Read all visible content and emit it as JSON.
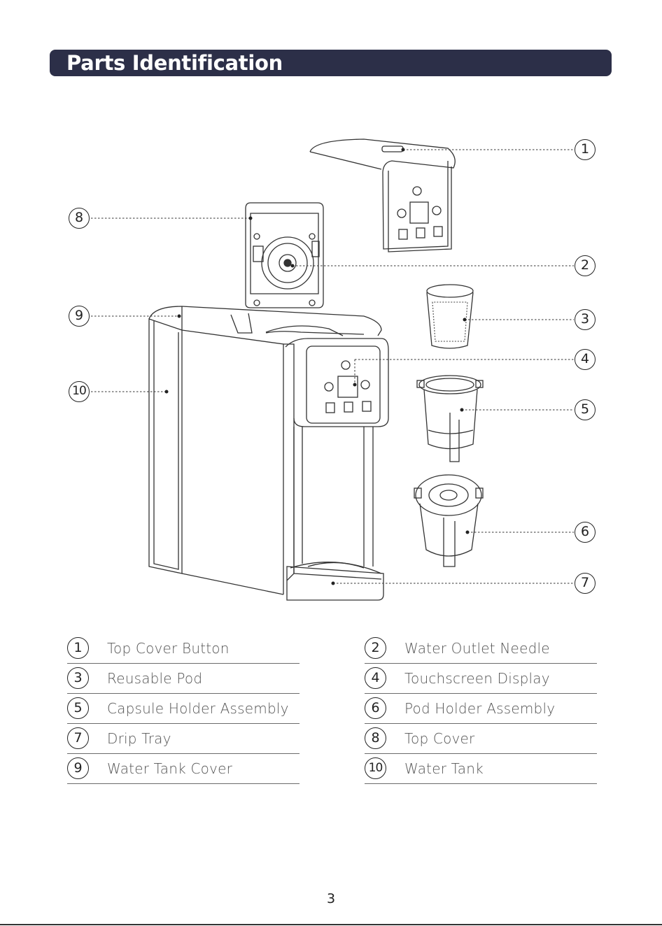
{
  "header": {
    "title": "Parts Identification"
  },
  "callouts": [
    "1",
    "2",
    "3",
    "4",
    "5",
    "6",
    "7",
    "8",
    "9",
    "10"
  ],
  "legend": [
    {
      "number": "1",
      "label": "Top Cover Button"
    },
    {
      "number": "2",
      "label": "Water Outlet Needle"
    },
    {
      "number": "3",
      "label": "Reusable Pod"
    },
    {
      "number": "4",
      "label": "Touchscreen Display"
    },
    {
      "number": "5",
      "label": "Capsule Holder Assembly"
    },
    {
      "number": "6",
      "label": "Pod Holder Assembly"
    },
    {
      "number": "7",
      "label": "Drip Tray"
    },
    {
      "number": "8",
      "label": "Top Cover"
    },
    {
      "number": "9",
      "label": "Water Tank Cover"
    },
    {
      "number": "10",
      "label": "Water Tank"
    }
  ],
  "page_number": "3",
  "colors": {
    "title_bar": "#2c2f48",
    "title_text": "#ffffff",
    "line_art": "#333333"
  }
}
